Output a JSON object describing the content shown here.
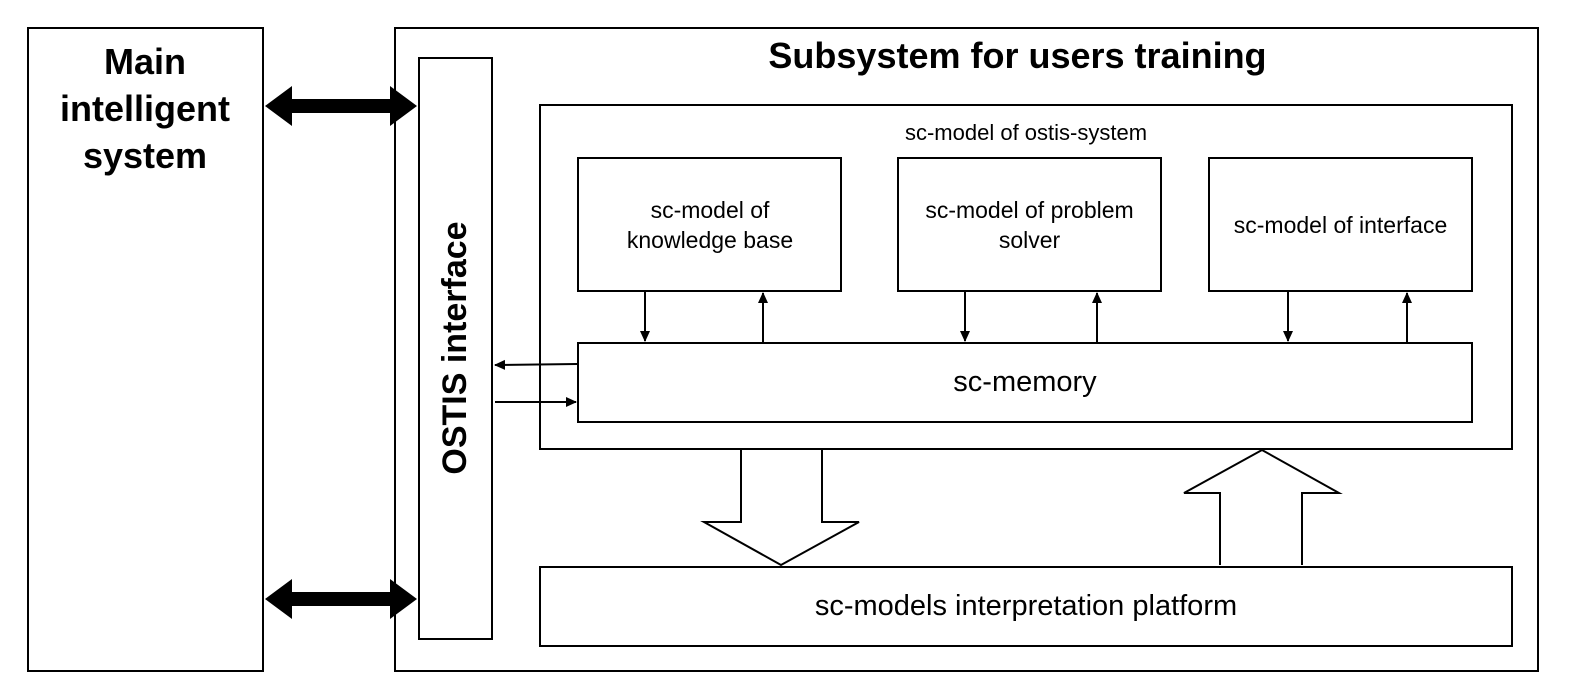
{
  "main_system": {
    "label": "Main intelligent system"
  },
  "subsystem": {
    "title": "Subsystem for users training"
  },
  "ostis_interface": {
    "label": "OSTIS interface"
  },
  "sc_model": {
    "title": "sc-model of ostis-system",
    "knowledge_base": "sc-model of knowledge base",
    "problem_solver": "sc-model of problem solver",
    "interface": "sc-model of interface"
  },
  "sc_memory": {
    "label": "sc-memory"
  },
  "platform": {
    "label": "sc-models interpretation platform"
  }
}
